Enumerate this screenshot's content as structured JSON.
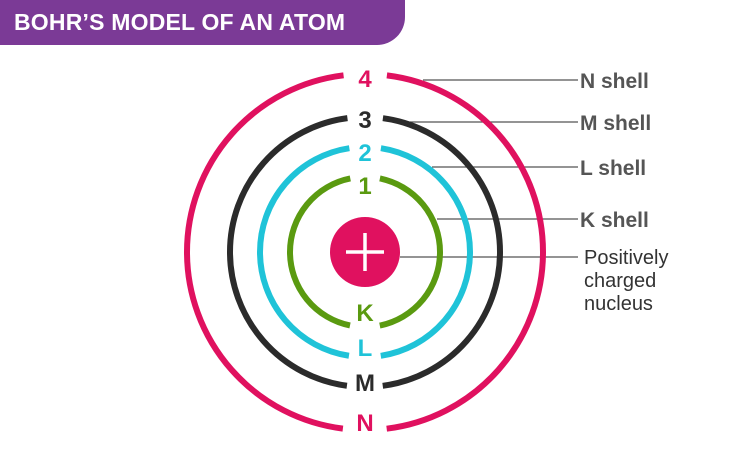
{
  "title": "BOHR’S MODEL OF AN ATOM",
  "colors": {
    "banner": "#7b3a96",
    "N": "#e0115f",
    "M": "#2b2b2b",
    "L": "#1fc3d8",
    "K": "#5a9a10",
    "nucleus": "#e0115f",
    "leader": "#555555"
  },
  "shells": [
    {
      "id": "N",
      "number": "4",
      "letter": "N",
      "label": "N shell"
    },
    {
      "id": "M",
      "number": "3",
      "letter": "M",
      "label": "M shell"
    },
    {
      "id": "L",
      "number": "2",
      "letter": "L",
      "label": "L shell"
    },
    {
      "id": "K",
      "number": "1",
      "letter": "K",
      "label": "K shell"
    }
  ],
  "nucleus": {
    "icon": "plus-icon",
    "label_lines": [
      "Positively",
      "charged",
      "nucleus"
    ]
  }
}
